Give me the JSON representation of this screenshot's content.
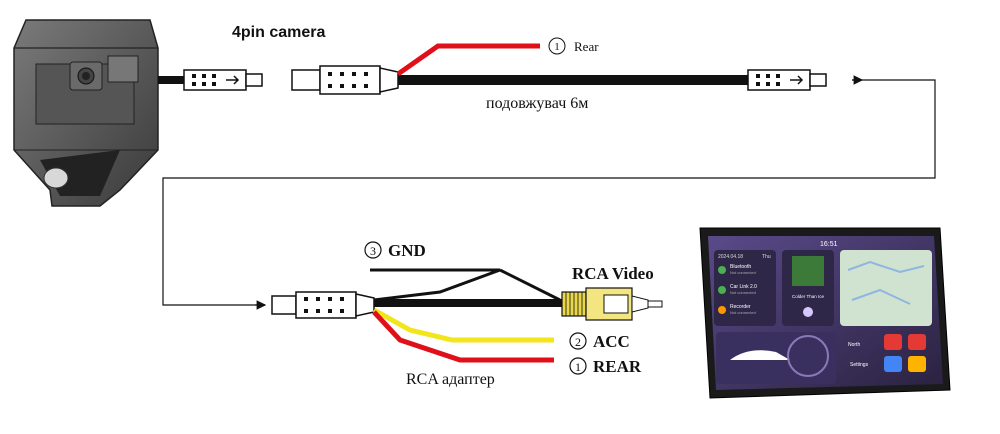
{
  "labels": {
    "camera_type": "4pin camera",
    "rear_num": "1",
    "rear_wire_top": "Rear",
    "extension": "подовжувач 6м",
    "gnd_num": "3",
    "gnd": "GND",
    "rca_video": "RCA Video",
    "acc_num": "2",
    "acc": "ACC",
    "rear_num_2": "1",
    "rear_bottom": "REAR",
    "rca_adapter": "RCA адаптер"
  },
  "head_unit": {
    "time": "16:51",
    "date": "2024.04.18",
    "day": "Thu",
    "menu_items": [
      {
        "title": "Bluetooth",
        "sub": "Not connected"
      },
      {
        "title": "Car Link 2.0",
        "sub": "Not connected"
      },
      {
        "title": "Recorder",
        "sub": "Not connected"
      }
    ],
    "song": "Colder Than Ice",
    "compass": "North",
    "settings": "Settings"
  },
  "colors": {
    "cable": "#111111",
    "red_wire": "#e0101a",
    "yellow_wire": "#f2e51c",
    "rca_plug": "#e8d84a",
    "screen_bg": "#3a2d5e"
  }
}
